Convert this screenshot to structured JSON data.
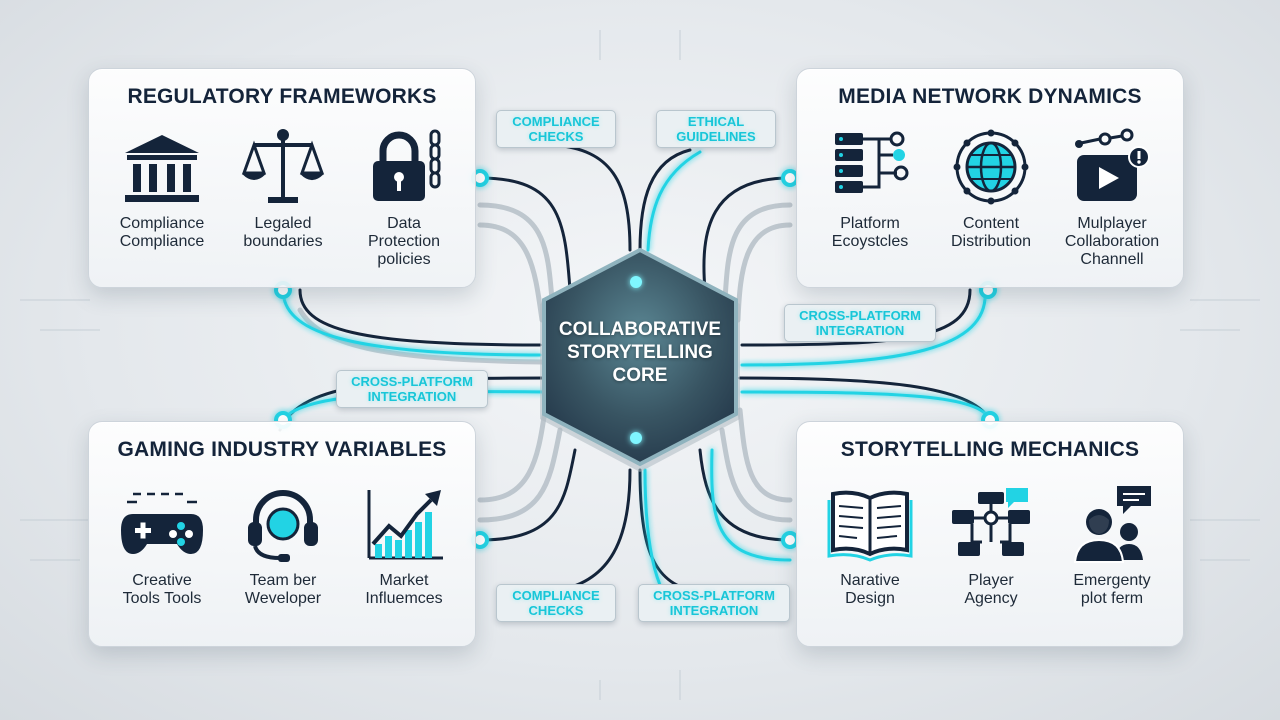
{
  "core": {
    "label": "COLLABORATIVE\nSTORYTELLING\nCORE"
  },
  "panels": {
    "regulatory": {
      "title": "REGULATORY FRAMEWORKS",
      "items": [
        {
          "icon": "bank-building-icon",
          "label": "Compliance\nCompliance"
        },
        {
          "icon": "scales-of-justice-icon",
          "label": "Legaled\nboundaries"
        },
        {
          "icon": "padlock-chain-icon",
          "label": "Data\nProtection\npolicies"
        }
      ]
    },
    "media": {
      "title": "MEDIA NETWORK DYNAMICS",
      "items": [
        {
          "icon": "server-network-icon",
          "label": "Platform\nEcoystcles"
        },
        {
          "icon": "globe-network-icon",
          "label": "Content\nDistribution"
        },
        {
          "icon": "video-share-icon",
          "label": "Mulplayer\nCollaboration\nChannell"
        }
      ]
    },
    "gaming": {
      "title": "GAMING INDUSTRY VARIABLES",
      "items": [
        {
          "icon": "game-controller-icon",
          "label": "Creative\nTools Tools"
        },
        {
          "icon": "headset-icon",
          "label": "Team ber\nWeveloper"
        },
        {
          "icon": "market-growth-chart-icon",
          "label": "Market\nInfluemces"
        }
      ]
    },
    "storytelling": {
      "title": "STORYTELLING MECHANICS",
      "items": [
        {
          "icon": "open-book-icon",
          "label": "Narative\nDesign"
        },
        {
          "icon": "branching-flow-icon",
          "label": "Player\nAgency"
        },
        {
          "icon": "person-speech-icon",
          "label": "Emergenty\nplot ferm"
        }
      ]
    }
  },
  "tags": {
    "compliance_top": "COMPLIANCE\nCHECKS",
    "ethical": "ETHICAL\nGUIDELINES",
    "cross_right": "CROSS-PLATFORM\nINTEGRATION",
    "cross_left": "CROSS-PLATFORM\nINTEGRATION",
    "compliance_bottom": "COMPLIANCE\nCHECKS",
    "cross_bottom": "CROSS-PLATFORM\nINTEGRATION"
  },
  "colors": {
    "accent": "#22d3e4",
    "navy": "#14243a",
    "core_fill": "#3a5866"
  }
}
